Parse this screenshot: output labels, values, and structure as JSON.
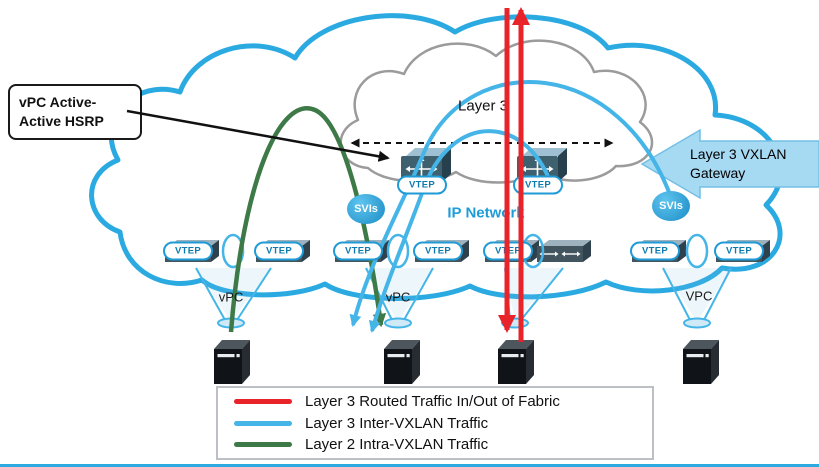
{
  "labels": {
    "inner_cloud": "Layer 3",
    "network": "IP Network",
    "vtep": "VTEP",
    "svis": "SVIs",
    "vpc_group1": "vPC",
    "vpc_group2": "vPC",
    "vpc_group4": "VPC"
  },
  "callouts": {
    "hsrp_line1": "vPC Active-",
    "hsrp_line2": "Active HSRP",
    "gateway_line1": "Layer 3 VXLAN",
    "gateway_line2": "Gateway"
  },
  "legend": {
    "items": [
      {
        "label": "Layer 3 Routed Traffic In/Out of Fabric",
        "color": "#E8232A"
      },
      {
        "label": "Layer 3 Inter-VXLAN Traffic",
        "color": "#45B5E8"
      },
      {
        "label": "Layer 2 Intra-VXLAN Traffic",
        "color": "#3E7A47"
      }
    ]
  },
  "colors": {
    "cloud_stroke": "#2BAAE2",
    "inner_cloud_stroke": "#9B9B9B",
    "red_traffic": "#E8232A",
    "blue_traffic": "#45B5E8",
    "green_traffic": "#3E7A47",
    "banner_fill": "#A6D9F2"
  }
}
